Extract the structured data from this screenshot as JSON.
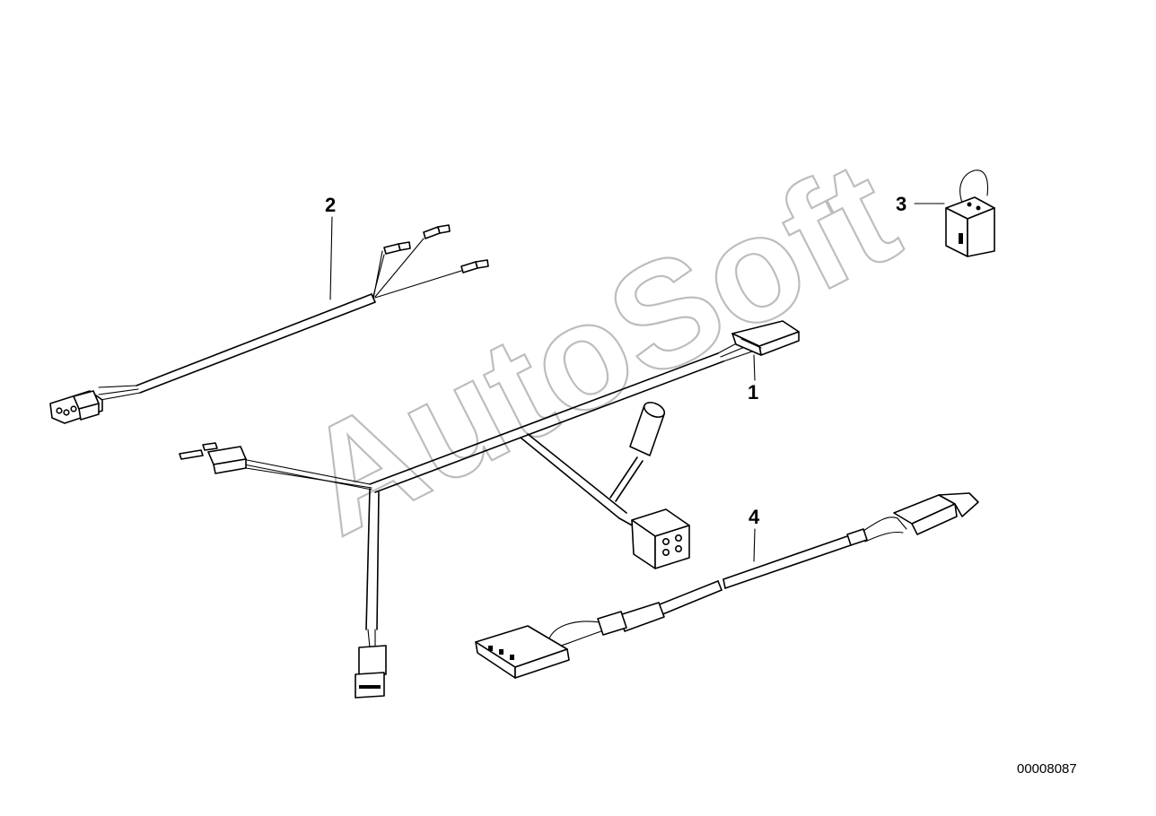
{
  "diagram": {
    "callouts": [
      "1",
      "2",
      "3",
      "4"
    ],
    "watermark": "AutoSoft",
    "document_number": "00008087"
  }
}
